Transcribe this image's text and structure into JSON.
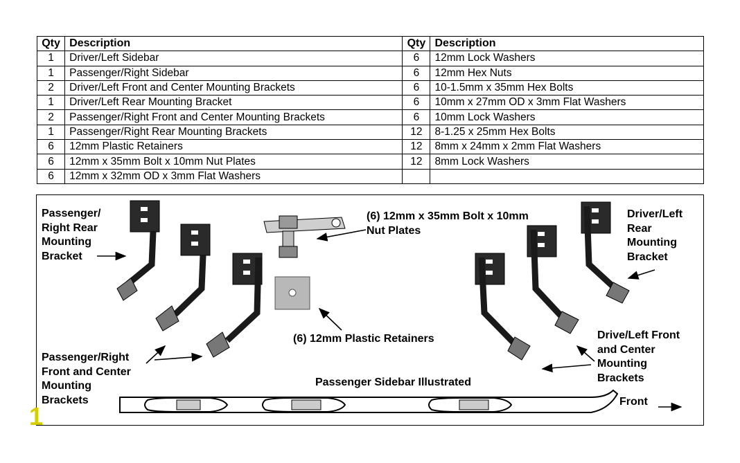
{
  "table": {
    "headers": [
      "Qty",
      "Description",
      "Qty",
      "Description"
    ],
    "rows": [
      [
        "1",
        "Driver/Left Sidebar",
        "6",
        "12mm Lock Washers"
      ],
      [
        "1",
        "Passenger/Right Sidebar",
        "6",
        "12mm Hex Nuts"
      ],
      [
        "2",
        "Driver/Left Front and Center Mounting Brackets",
        "6",
        "10-1.5mm x 35mm Hex Bolts"
      ],
      [
        "1",
        "Driver/Left Rear Mounting Bracket",
        "6",
        "10mm x 27mm OD x 3mm Flat Washers"
      ],
      [
        "2",
        "Passenger/Right Front and Center Mounting Brackets",
        "6",
        "10mm Lock Washers"
      ],
      [
        "1",
        "Passenger/Right Rear Mounting Brackets",
        "12",
        "8-1.25 x 25mm Hex Bolts"
      ],
      [
        "6",
        "12mm Plastic Retainers",
        "12",
        "8mm x 24mm x 2mm Flat Washers"
      ],
      [
        "6",
        "12mm x 35mm Bolt x 10mm Nut Plates",
        "12",
        "8mm Lock Washers"
      ],
      [
        "6",
        "12mm x 32mm OD x 3mm Flat Washers",
        "",
        ""
      ]
    ]
  },
  "labels": {
    "passenger_rear": "Passenger/\nRight Rear\nMounting\nBracket",
    "nut_plates": "(6) 12mm x 35mm Bolt x 10mm\nNut Plates",
    "driver_rear": "Driver/Left\nRear\nMounting\nBracket",
    "retainers": "(6) 12mm Plastic Retainers",
    "driver_front": "Drive/Left Front\nand Center\nMounting\nBrackets",
    "passenger_front": "Passenger/Right\nFront and Center\nMounting\nBrackets",
    "sidebar": "Passenger Sidebar Illustrated",
    "front": "Front"
  },
  "corner_mark": "1",
  "colors": {
    "ink": "#000000",
    "bracket": "#1a1a1a",
    "retainer": "#b8b8b8",
    "corner": "#d6cf00"
  }
}
